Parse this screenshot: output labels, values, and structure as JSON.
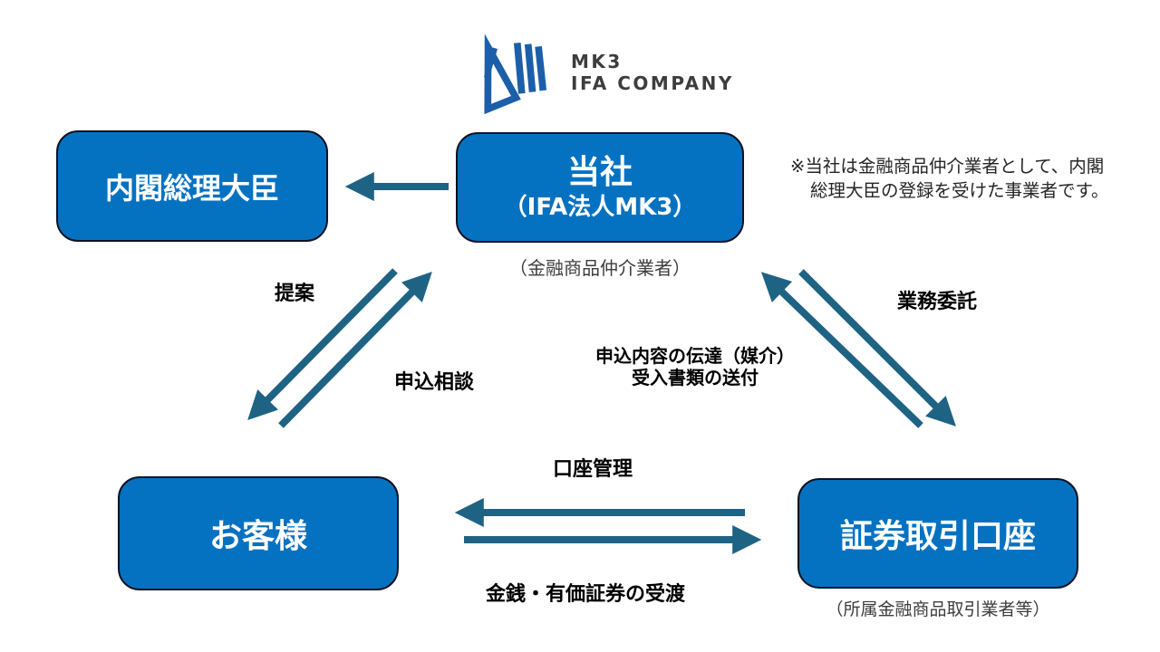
{
  "logo": {
    "icon": "mk3-mark-icon",
    "line1": "MK3",
    "line2": "IFA COMPANY"
  },
  "note": {
    "line1": "※当社は金融商品仲介業者として、内閣",
    "line2": "総理大臣の登録を受けた事業者です。"
  },
  "nodes": {
    "minister": {
      "title": "内閣総理大臣"
    },
    "company": {
      "title": "当社",
      "subtitle": "（IFA法人MK3）",
      "caption": "（金融商品仲介業者）"
    },
    "customer": {
      "title": "お客様"
    },
    "account": {
      "title": "証券取引口座",
      "caption": "（所属金融商品取引業者等）"
    }
  },
  "edges": {
    "proposal": {
      "label": "提案",
      "from": "company",
      "to": "customer"
    },
    "consultation": {
      "label": "申込相談",
      "from": "customer",
      "to": "company"
    },
    "relay": {
      "label_line1": "申込内容の伝達（媒介）",
      "label_line2": "受入書類の送付",
      "from": "company",
      "to": "account"
    },
    "outsourcing": {
      "label": "業務委託",
      "from": "account",
      "to": "company"
    },
    "registration": {
      "label": "",
      "from": "company",
      "to": "minister"
    },
    "account_management": {
      "label": "口座管理",
      "from": "account",
      "to": "customer"
    },
    "delivery": {
      "label": "金銭・有価証券の受渡",
      "from": "customer",
      "to": "account"
    }
  },
  "colors": {
    "node_fill": "#0572c1",
    "node_border": "#0d1321",
    "arrow": "#1f6384",
    "logo_blue": "#1c5fa8",
    "logo_text": "#3d3d3d"
  }
}
